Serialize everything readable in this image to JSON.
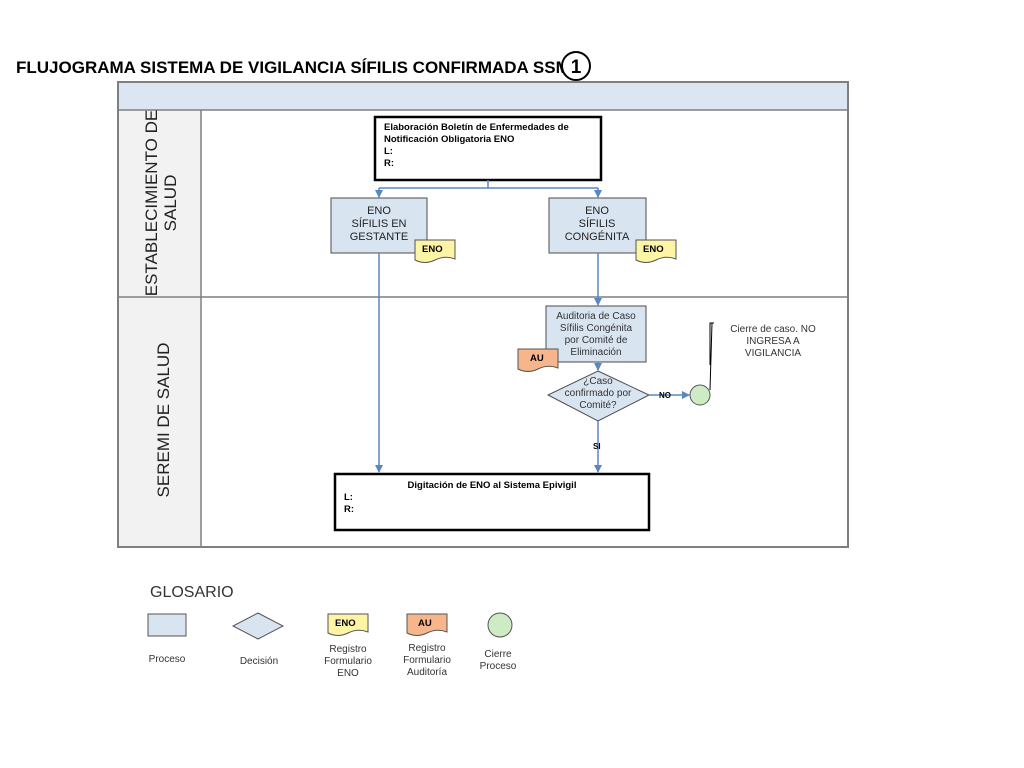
{
  "title": "FLUJOGRAMA SISTEMA DE VIGILANCIA SÍFILIS CONFIRMADA SSM",
  "title_badge": "1",
  "lanes": {
    "establecimiento": [
      "ESTABLECIMIENTO DE",
      "SALUD"
    ],
    "seremi": "SEREMI DE SALUD"
  },
  "boletin": {
    "lines": [
      "Elaboración Boletín de Enfermedades de",
      "Notificación Obligatoria ENO"
    ],
    "l_label": "L:",
    "r_label": "R:"
  },
  "eno_gestante": {
    "lines": [
      "ENO",
      "SÍFILIS EN",
      "GESTANTE"
    ],
    "tag": "ENO"
  },
  "eno_congenita": {
    "lines": [
      "ENO",
      "SÍFILIS",
      "CONGÉNITA"
    ],
    "tag": "ENO"
  },
  "auditoria": {
    "lines": [
      "Auditoria de Caso",
      "Sífilis Congénita",
      "por Comité de",
      "Eliminación"
    ],
    "tag": "AU"
  },
  "decision": {
    "lines": [
      "¿Caso",
      "confirmado por",
      "Comité?"
    ],
    "no_label": "NO",
    "si_label": "SI"
  },
  "cierre": {
    "lines": [
      "Cierre de caso. NO",
      "INGRESA A",
      "VIGILANCIA"
    ]
  },
  "digitacion": {
    "title": "Digitación de ENO al Sistema Epivigil",
    "l_label": "L:",
    "r_label": "R:"
  },
  "glosario": {
    "heading": "GLOSARIO",
    "proceso": "Proceso",
    "decision": "Decisión",
    "eno_tag": "ENO",
    "eno_lines": [
      "Registro",
      "Formulario",
      "ENO"
    ],
    "au_tag": "AU",
    "au_lines": [
      "Registro",
      "Formulario",
      "Auditoría"
    ],
    "cierre_lines": [
      "Cierre",
      "Proceso"
    ]
  },
  "colors": {
    "process_fill": "#d9e4f1",
    "yellow_doc": "#fdf4a6",
    "orange_doc": "#f6b58a",
    "green_circle": "#cdebc4",
    "arrow": "#5b86c4",
    "lane_header": "#dce6f2"
  }
}
